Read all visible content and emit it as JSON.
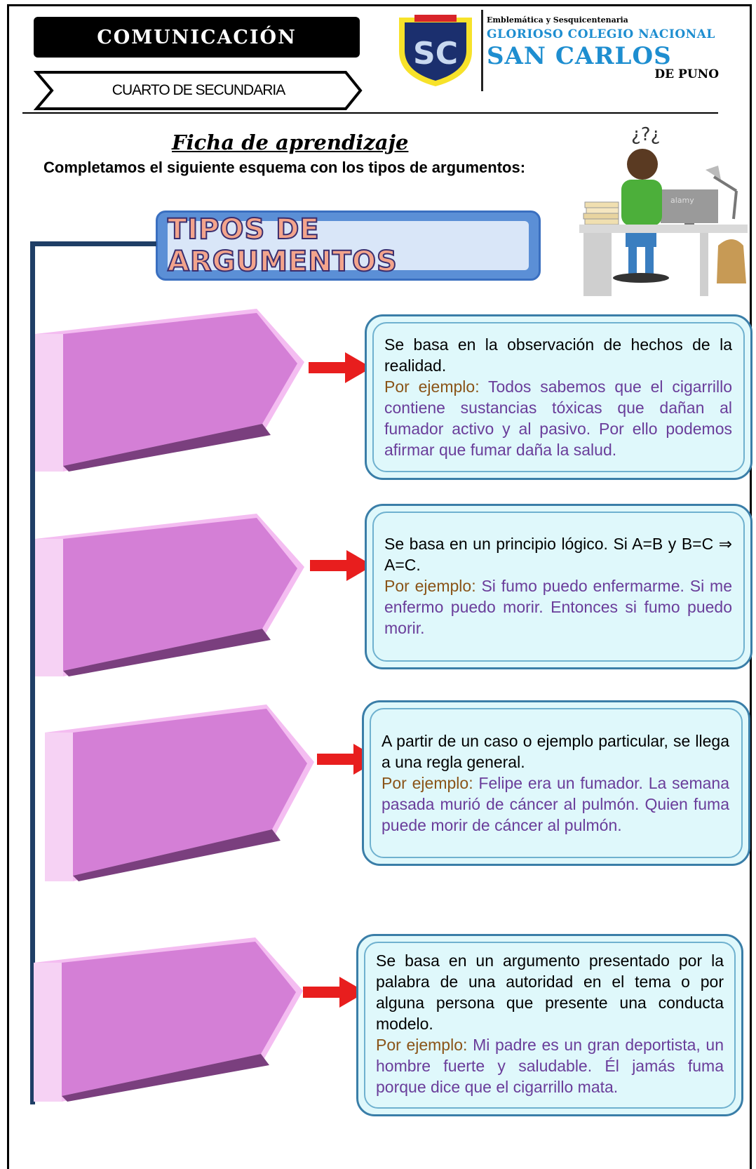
{
  "header": {
    "subject": "COMUNICACIÓN",
    "grade": "CUARTO DE SECUNDARIA",
    "school": {
      "tagline": "Emblemática y Sesquicentenaria",
      "line1": "GLORIOSO COLEGIO NACIONAL",
      "line2": "SAN CARLOS",
      "line3": "DE PUNO",
      "crest_letters": "SC"
    }
  },
  "worksheet": {
    "title": "Ficha de aprendizaje",
    "instruction": "Completamos el siguiente esquema con los tipos de argumentos:",
    "illustration_marks": "¿?¿",
    "monitor_brand": "alamy"
  },
  "diagram": {
    "title": "TIPOS DE ARGUMENTOS",
    "items": [
      {
        "description": "Se basa en la observación de hechos de la realidad.",
        "example_label": "Por ejemplo",
        "example_text": "Todos sabemos que el cigarrillo contiene sustancias tóxicas que dañan al fumador activo y al pasivo. Por ello podemos afirmar que fumar daña la salud."
      },
      {
        "description": "Se basa en un principio lógico. Si A=B y B=C ⇒ A=C.",
        "example_label": "Por ejemplo",
        "example_text": "Si fumo puedo enfermarme. Si me enfermo puedo morir. Entonces si fumo puedo morir."
      },
      {
        "description": "A partir de un caso o ejemplo particular, se llega a una regla general.",
        "example_label": "Por ejemplo",
        "example_text": "Felipe era un fumador. La semana pasada murió de cáncer al pulmón. Quien fuma puede morir de cáncer al pulmón."
      },
      {
        "description": "Se basa en un argumento presentado por la palabra de una autoridad en el tema o por alguna persona que presente una conducta modelo.",
        "example_label": "Por ejemplo",
        "example_text": "Mi padre es un gran deportista, un hombre fuerte y saludable. Él jamás fuma porque dice que el cigarrillo mata."
      }
    ]
  },
  "colors": {
    "timeline": "#1f3e66",
    "label_shape_face": "#d47fd6",
    "box_fill": "#dff8fb",
    "arrow": "#e81e1e",
    "example_label": "#8a5418",
    "example_text": "#6a3d9a"
  }
}
